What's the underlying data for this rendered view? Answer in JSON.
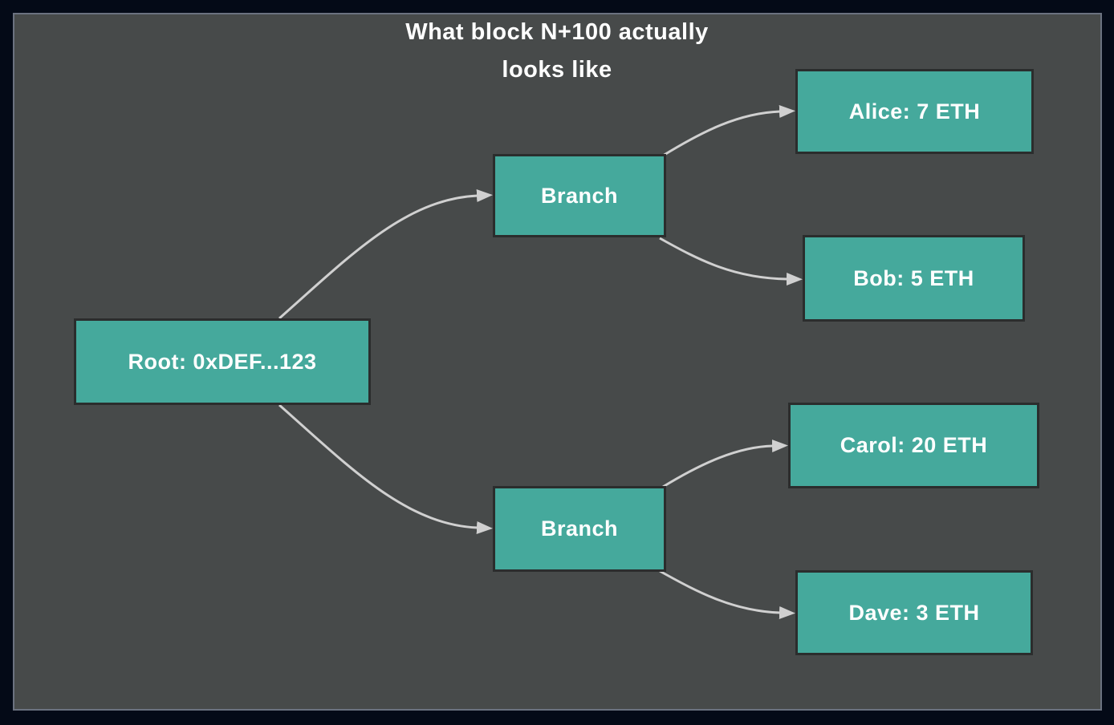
{
  "diagram": {
    "title_line1": "What block N+100 actually",
    "title_line2": "looks like"
  },
  "nodes": {
    "root": {
      "label": "Root: 0xDEF...123"
    },
    "branch_top": {
      "label": "Branch"
    },
    "branch_bottom": {
      "label": "Branch"
    },
    "alice": {
      "label": "Alice: 7 ETH"
    },
    "bob": {
      "label": "Bob: 5 ETH"
    },
    "carol": {
      "label": "Carol: 20 ETH"
    },
    "dave": {
      "label": "Dave: 3 ETH"
    }
  },
  "edges": [
    {
      "from": "root",
      "to": "branch_top"
    },
    {
      "from": "root",
      "to": "branch_bottom"
    },
    {
      "from": "branch_top",
      "to": "alice"
    },
    {
      "from": "branch_top",
      "to": "bob"
    },
    {
      "from": "branch_bottom",
      "to": "carol"
    },
    {
      "from": "branch_bottom",
      "to": "dave"
    }
  ],
  "colors": {
    "page_bg": "#040a17",
    "canvas_bg": "#474a4a",
    "canvas_border": "#6b7280",
    "node_fill": "#45a99c",
    "node_border": "#2b2d2d",
    "edge": "#d0d0d0",
    "text": "#ffffff"
  }
}
